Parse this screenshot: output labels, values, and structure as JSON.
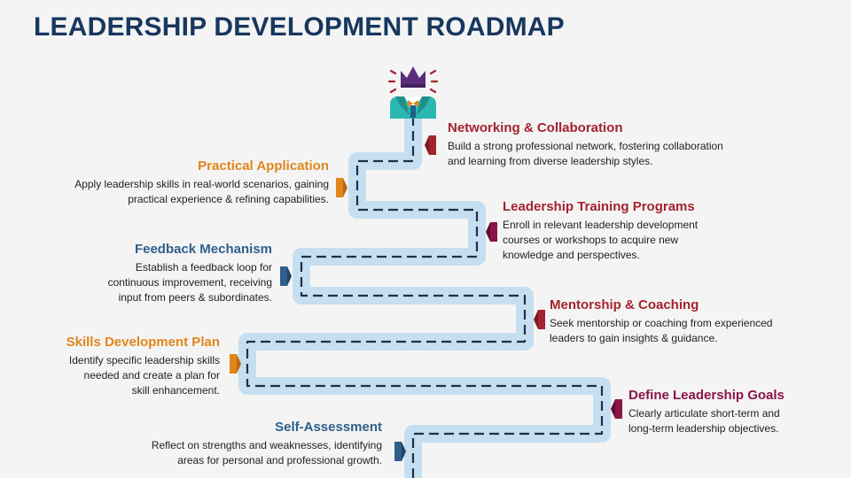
{
  "title": "LEADERSHIP DEVELOPMENT ROADMAP",
  "colors": {
    "title": "#17375e",
    "path": "#c6dff0",
    "path_dash": "#1f2f4a",
    "red": "#a3232f",
    "orange": "#e0861a",
    "blue": "#2f5f8a",
    "magenta": "#8a1548",
    "crown": "#5a2d7a",
    "jacket": "#2bb8b0"
  },
  "steps": [
    {
      "id": "networking",
      "title": "Networking & Collaboration",
      "desc": "Build a strong professional network, fostering collaboration\nand learning from diverse leadership styles.",
      "color": "#a3232f",
      "side": "right"
    },
    {
      "id": "practical",
      "title": "Practical Application",
      "desc": "Apply leadership skills in real-world scenarios, gaining\npractical experience & refining capabilities.",
      "color": "#e0861a",
      "side": "left"
    },
    {
      "id": "training",
      "title": "Leadership Training Programs",
      "desc": "Enroll in relevant leadership development\ncourses or workshops to acquire new\nknowledge and perspectives.",
      "color": "#a3232f",
      "side": "right"
    },
    {
      "id": "feedback",
      "title": "Feedback Mechanism",
      "desc": "Establish a feedback loop for\ncontinuous improvement, receiving\ninput from peers & subordinates.",
      "color": "#2f5f8a",
      "side": "left"
    },
    {
      "id": "mentorship",
      "title": "Mentorship & Coaching",
      "desc": "Seek mentorship or coaching from experienced\nleaders to gain insights & guidance.",
      "color": "#a3232f",
      "side": "right"
    },
    {
      "id": "skills",
      "title": "Skills Development Plan",
      "desc": "Identify specific leadership skills\nneeded and create a plan for\nskill enhancement.",
      "color": "#e0861a",
      "side": "left"
    },
    {
      "id": "goals",
      "title": "Define Leadership Goals",
      "desc": "Clearly articulate short-term and\nlong-term leadership objectives.",
      "color": "#8a1548",
      "side": "right"
    },
    {
      "id": "self",
      "title": "Self-Assessment",
      "desc": "Reflect on strengths and weaknesses, identifying\nareas for personal and professional growth.",
      "color": "#2f5f8a",
      "side": "left"
    }
  ]
}
